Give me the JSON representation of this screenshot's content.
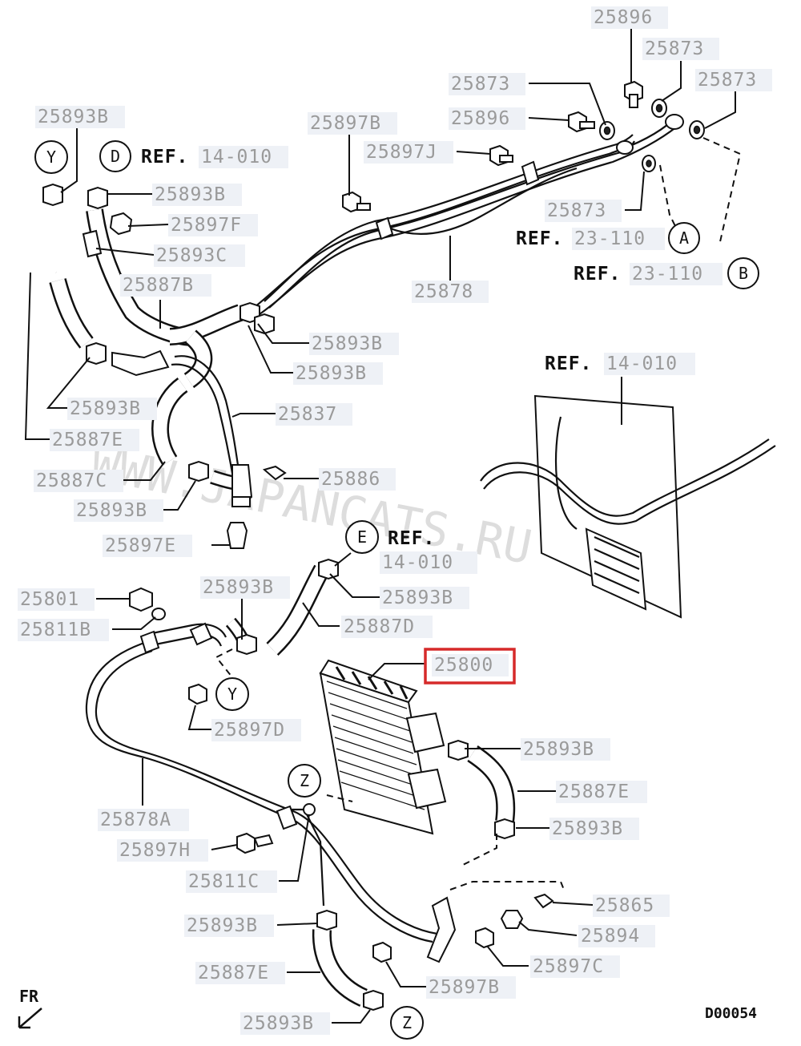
{
  "diagram": {
    "code": "D00054",
    "direction_label": "FR",
    "watermark": "WWW.JAPANCATS.RU",
    "highlight_color": "#d62a2a",
    "highlighted_part": "25800",
    "ref_prefix": "REF.",
    "refs": [
      {
        "id": "ref-14-010-top",
        "number": "14-010"
      },
      {
        "id": "ref-23-110-a",
        "number": "23-110"
      },
      {
        "id": "ref-23-110-b",
        "number": "23-110"
      },
      {
        "id": "ref-14-010-mid",
        "number": "14-010"
      },
      {
        "id": "ref-14-010-e",
        "number": "14-010"
      }
    ],
    "callouts": [
      "Y",
      "D",
      "A",
      "B",
      "E",
      "Y",
      "Z",
      "Z"
    ],
    "parts": [
      "25896",
      "25873",
      "25873",
      "25873",
      "25896",
      "25897B",
      "25897J",
      "25873",
      "25878",
      "25893B",
      "25893B",
      "25897F",
      "25893C",
      "25887B",
      "25893B",
      "25893B",
      "25893B",
      "25887E",
      "25837",
      "25887C",
      "25886",
      "25893B",
      "25897E",
      "25893B",
      "25893B",
      "25801",
      "25811B",
      "25887D",
      "25800",
      "25897D",
      "25893B",
      "25887E",
      "25878A",
      "25893B",
      "25897H",
      "25811C",
      "25865",
      "25893B",
      "25894",
      "25897C",
      "25887E",
      "25897B",
      "25893B"
    ]
  }
}
